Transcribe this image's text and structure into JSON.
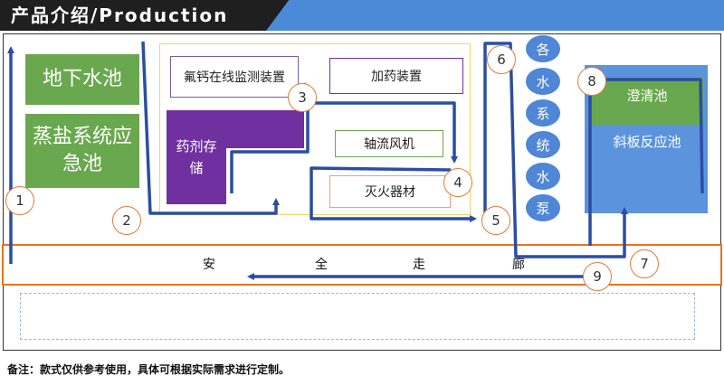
{
  "header": {
    "title": "产品介绍/Production"
  },
  "zones": {
    "underground_pool": "地下水池",
    "evaporation_pool": "蒸盐系统应急池",
    "fluorine_monitor": "氟钙在线监测装置",
    "dosing_device": "加药装置",
    "chemical_storage": "药剂存储",
    "axial_fan": "轴流风机",
    "fire_equipment": "灭火器材",
    "clarifier": "澄清池",
    "inclined_reactor": "斜板反应池",
    "corridor_chars": [
      "安",
      "全",
      "走",
      "廊"
    ]
  },
  "pump_chars": [
    "各",
    "水",
    "系",
    "统",
    "水",
    "泵"
  ],
  "markers": [
    "1",
    "2",
    "3",
    "4",
    "5",
    "6",
    "7",
    "8",
    "9"
  ],
  "footer": {
    "note": "备注：款式仅供参考使用，具体可根据实际需求进行定制。"
  },
  "colors": {
    "route": "#2b4ea2",
    "accent": "#e8741e",
    "green": "#6aa84f",
    "purple": "#7030a0",
    "blue": "#4f86d6"
  }
}
